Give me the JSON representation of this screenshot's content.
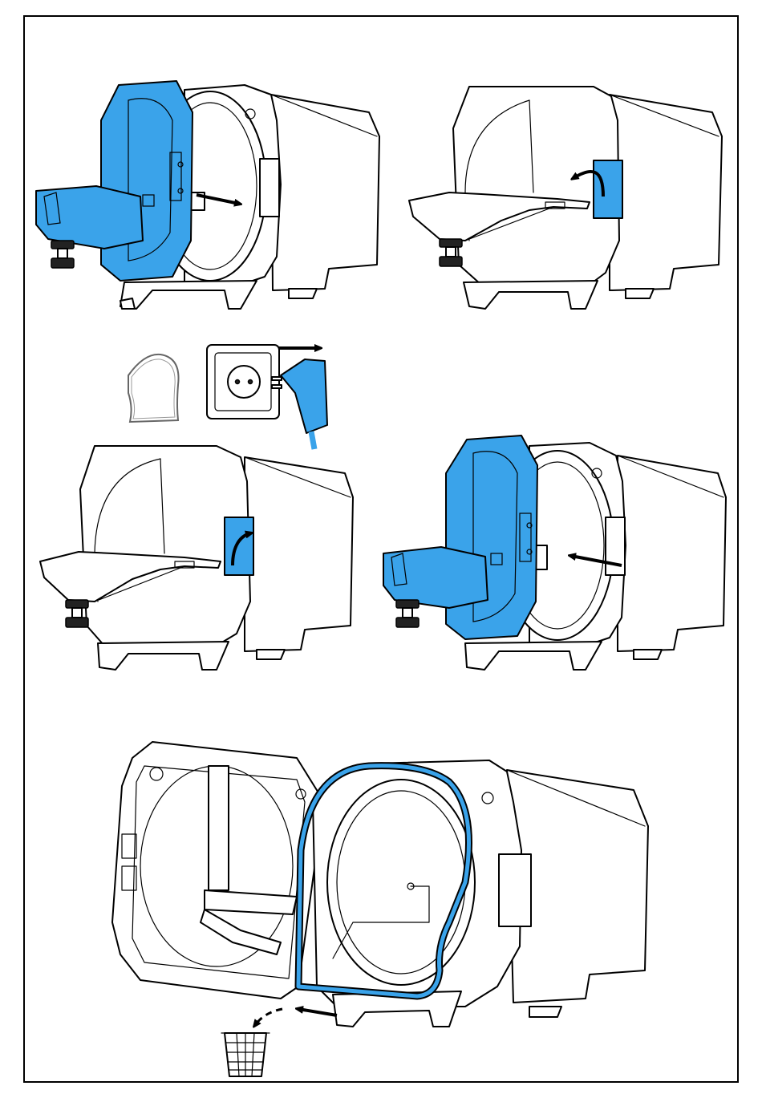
{
  "figure": {
    "panels": [
      {
        "id": "panel-1",
        "step": "remove-door-cover",
        "highlight": "door-cover"
      },
      {
        "id": "panel-2",
        "step": "open-side-flap",
        "highlight": "side-flap"
      },
      {
        "id": "panel-3",
        "step": "unplug-power-and-replace-gasket",
        "highlight": "power-plug"
      },
      {
        "id": "panel-4",
        "step": "close-side-flap",
        "highlight": "side-flap"
      },
      {
        "id": "panel-5",
        "step": "reattach-door-cover",
        "highlight": "door-cover"
      },
      {
        "id": "panel-6",
        "step": "dispose-old-gasket",
        "highlight": "door-gasket"
      }
    ],
    "highlight_color": "#3aa3ea",
    "line_color": "#000000",
    "icons": [
      "arrow-icon",
      "curved-arrow-icon",
      "wall-socket-icon",
      "power-plug-icon",
      "gasket-icon",
      "trash-bin-icon"
    ]
  }
}
